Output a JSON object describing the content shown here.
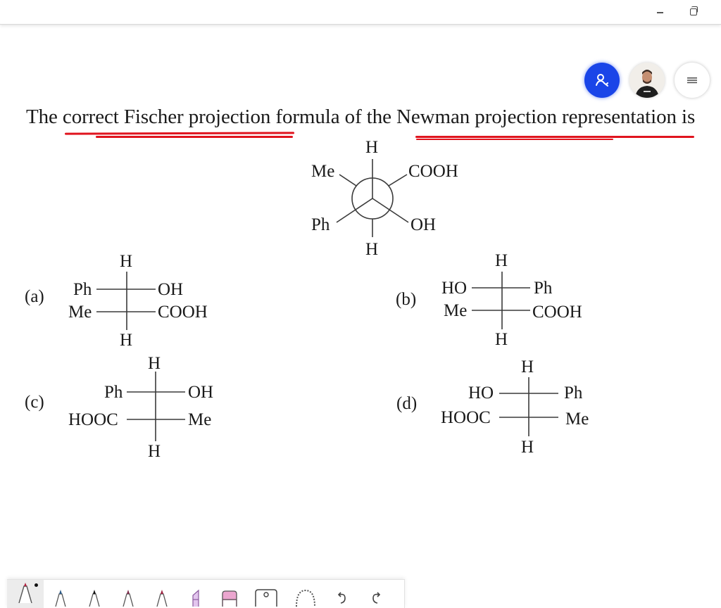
{
  "window": {
    "controls": [
      {
        "name": "minimize",
        "glyph": "minimize-icon"
      },
      {
        "name": "restore",
        "glyph": "restore-icon"
      }
    ]
  },
  "header_buttons": {
    "share": {
      "icon": "user-key-icon",
      "color": "#1a45e8"
    },
    "avatar": {
      "icon": "presenter-avatar"
    },
    "menu": {
      "icon": "hamburger-icon"
    }
  },
  "question": {
    "text": "The correct Fischer projection formula of the Newman projection representation is",
    "annotation_color": "#e0141e"
  },
  "newman": {
    "front": {
      "top": "H",
      "lower_left": "Ph",
      "lower_right": "OH"
    },
    "back": {
      "upper_left": "Me",
      "upper_right": "COOH",
      "bottom": "H"
    }
  },
  "options": [
    {
      "label": "(a)",
      "top": "H",
      "bottom": "H",
      "row1_left": "Ph",
      "row1_right": "OH",
      "row2_left": "Me",
      "row2_right": "COOH"
    },
    {
      "label": "(b)",
      "top": "H",
      "bottom": "H",
      "row1_left": "HO",
      "row1_right": "Ph",
      "row2_left": "Me",
      "row2_right": "COOH"
    },
    {
      "label": "(c)",
      "top": "H",
      "bottom": "H",
      "row1_left": "Ph",
      "row1_right": "OH",
      "row2_left": "HOOC",
      "row2_right": "Me"
    },
    {
      "label": "(d)",
      "top": "H",
      "bottom": "H",
      "row1_left": "HO",
      "row1_right": "Ph",
      "row2_left": "HOOC",
      "row2_right": "Me"
    }
  ],
  "toolbar": {
    "tools": [
      {
        "name": "pen-red",
        "color": "#b0213f",
        "active": true
      },
      {
        "name": "pen-blue",
        "color": "#2c5a86"
      },
      {
        "name": "pen-black",
        "color": "#111111"
      },
      {
        "name": "pen-maroon",
        "color": "#7a2a48"
      },
      {
        "name": "pen-crimson",
        "color": "#9c1e3e"
      },
      {
        "name": "highlighter",
        "color": "#d9b3e8"
      },
      {
        "name": "eraser",
        "color": "#e89ac8"
      },
      {
        "name": "insert-image"
      },
      {
        "name": "lasso-select"
      },
      {
        "name": "undo"
      },
      {
        "name": "redo"
      }
    ]
  }
}
